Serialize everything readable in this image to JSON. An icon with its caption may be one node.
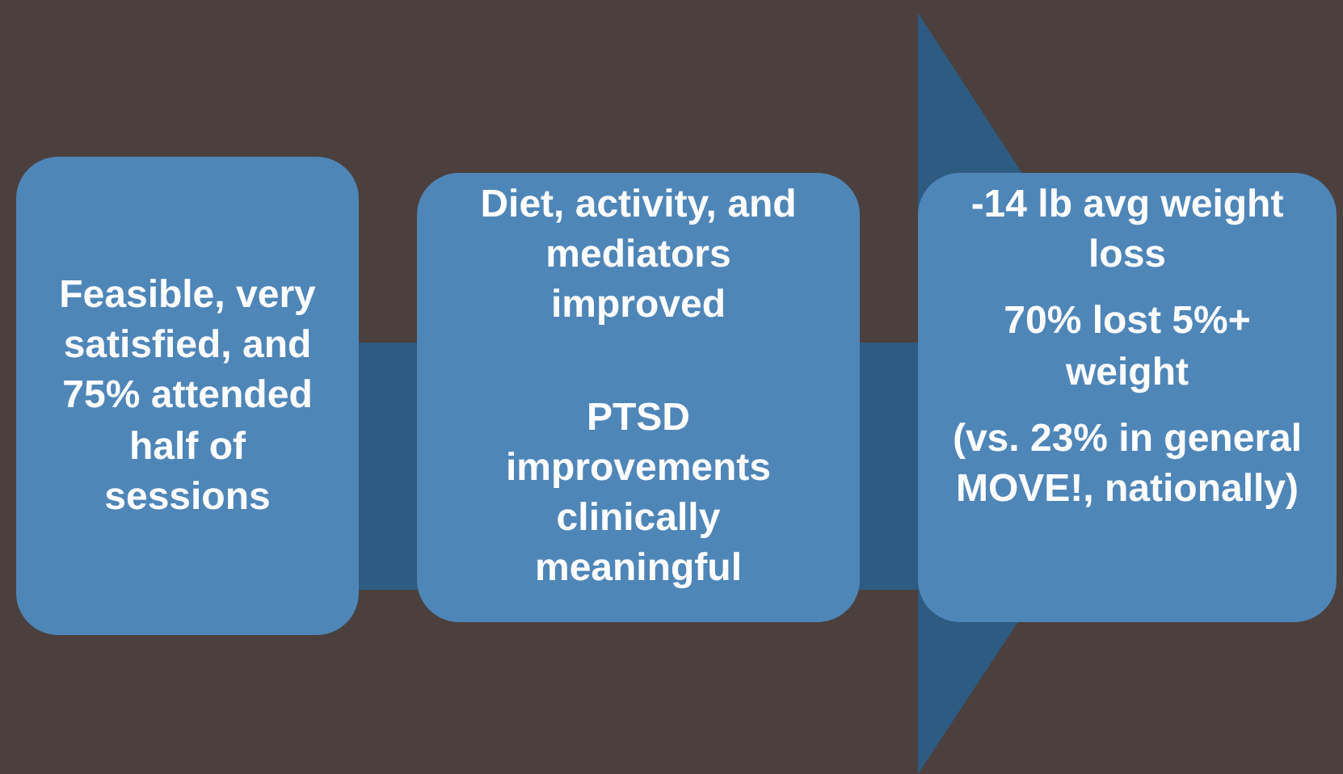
{
  "diagram": {
    "nodes": [
      {
        "text": [
          "Feasible, very satisfied, and 75% attended half of sessions"
        ]
      },
      {
        "text": [
          "Diet, activity, and mediators improved",
          "PTSD improvements clinically meaningful"
        ]
      },
      {
        "text": [
          "-14 lb avg weight loss",
          "70% lost 5%+ weight",
          "(vs. 23% in general MOVE!, nationally)"
        ]
      }
    ],
    "edges": [
      {
        "from": 0,
        "to": 2,
        "arrow": "to"
      }
    ]
  }
}
